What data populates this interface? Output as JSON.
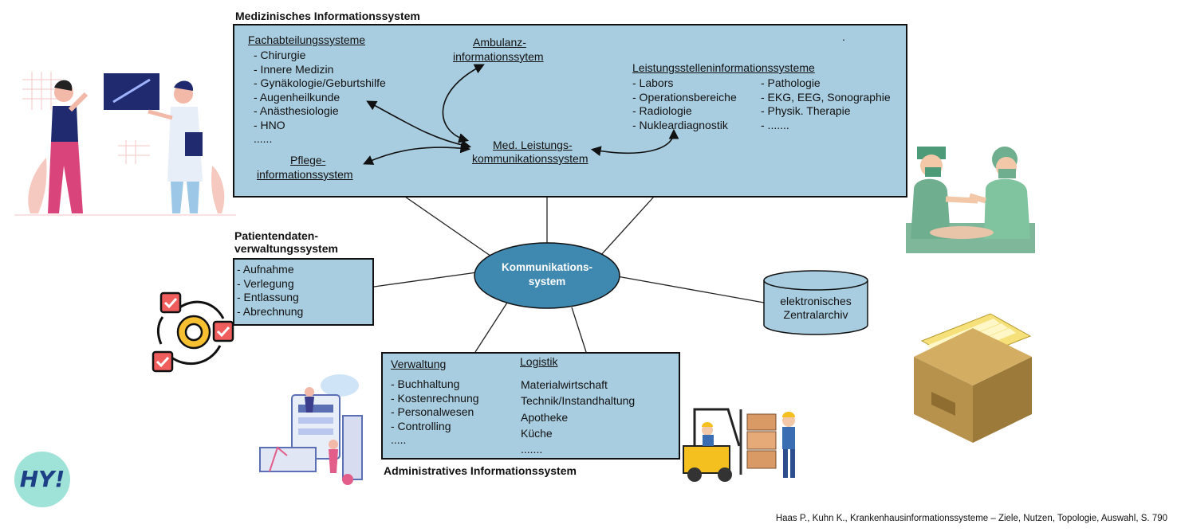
{
  "title_top": "Medizinisches Informationssystem",
  "med": {
    "fach_title": "Fachabteilungssysteme",
    "fach_items": [
      "- Chirurgie",
      "- Innere Medizin",
      "- Gynäkologie/Geburtshilfe",
      "- Augenheilkunde",
      "- Anästhesiologie",
      "- HNO",
      "......"
    ],
    "ambulanz_line1": "Ambulanz-",
    "ambulanz_line2": "informationssytem",
    "leist_title": "Leistungsstelleninformationssysteme",
    "leist_col1": [
      "- Labors",
      "- Operationsbereiche",
      "- Radiologie",
      "- Nukleardiagnostik"
    ],
    "leist_col2": [
      "- Pathologie",
      "- EKG, EEG, Sonographie",
      "- Physik. Therapie",
      "- ......."
    ],
    "medleist_line1": "Med. Leistungs-",
    "medleist_line2": "kommunikationssystem",
    "pflege_line1": "Pflege-",
    "pflege_line2": "informationssystem",
    "dot": "."
  },
  "patient": {
    "title_line1": "Patientendaten-",
    "title_line2": "verwaltungssystem",
    "items": [
      "- Aufnahme",
      "- Verlegung",
      "- Entlassung",
      "- Abrechnung"
    ]
  },
  "komm": {
    "line1": "Kommunikations-",
    "line2": "system"
  },
  "archiv": {
    "line1": "elektronisches",
    "line2": "Zentralarchiv"
  },
  "admin": {
    "verwaltung_title": "Verwaltung",
    "verwaltung_items": [
      "- Buchhaltung",
      "- Kostenrechnung",
      "- Personalwesen",
      "- Controlling",
      "....."
    ],
    "logistik_title": "Logistik",
    "logistik_items": [
      "Materialwirtschaft",
      "Technik/Instandhaltung",
      "Apotheke",
      "Küche",
      "......."
    ],
    "caption": "Administratives Informationssystem"
  },
  "logo": "HY!",
  "source": "Haas P., Kuhn K., Krankenhausinformationssysteme – Ziele, Nutzen, Topologie, Auswahl, S. 790",
  "colors": {
    "box_fill": "#a9cde0",
    "ellipse_fill": "#3f88b0",
    "logo_bg": "#9fe3d8",
    "logo_text": "#1c3f86"
  }
}
